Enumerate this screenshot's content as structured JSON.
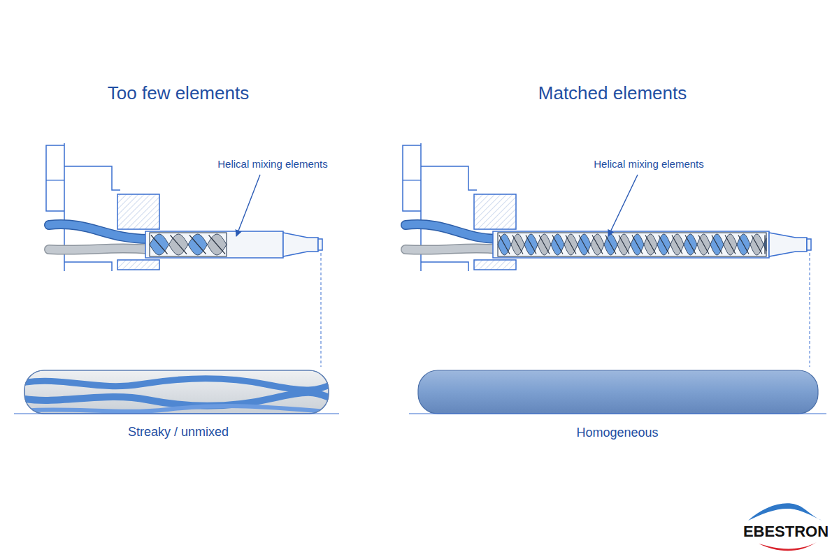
{
  "diagram": {
    "labels": [
      "Too few elements",
      "Matched elements",
      "Helical mixing elements",
      "Helical mixing elements",
      "Streaky / unmixed",
      "Homogeneous",
      "EBESTRON"
    ]
  }
}
